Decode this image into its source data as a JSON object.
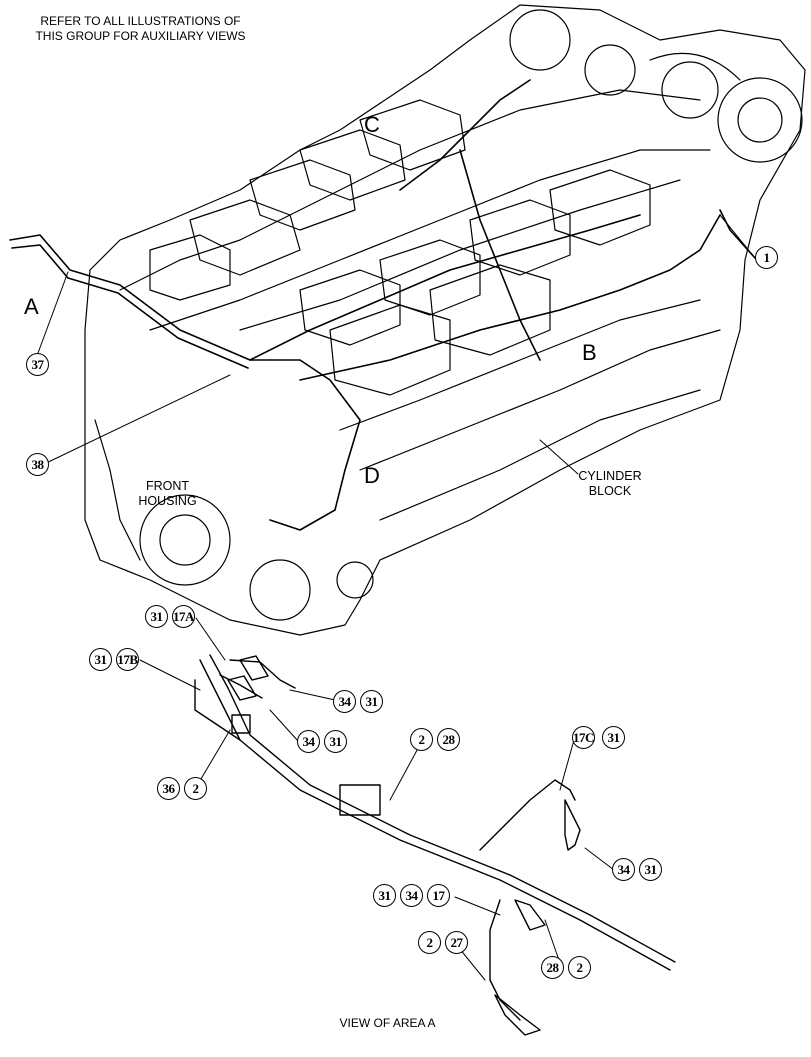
{
  "note": {
    "line1": "REFER TO ALL ILLUSTRATIONS OF",
    "line2": "THIS GROUP FOR AUXILIARY VIEWS"
  },
  "area_labels": {
    "a": "A",
    "b": "B",
    "c": "C",
    "d": "D"
  },
  "text_labels": {
    "front_housing_1": "FRONT",
    "front_housing_2": "HOUSING",
    "cylinder_block_1": "CYLINDER",
    "cylinder_block_2": "BLOCK",
    "view_caption": "VIEW OF AREA A"
  },
  "callouts": {
    "c1": "1",
    "c37": "37",
    "c38": "38",
    "c31a": "31",
    "c17a": "17A",
    "c31b": "31",
    "c17b": "17B",
    "c34a": "34",
    "c31c": "31",
    "c34b": "34",
    "c31d": "31",
    "c36": "36",
    "c2a": "2",
    "c2b": "2",
    "c28a": "28",
    "c17c": "17C",
    "c31e": "31",
    "c34c": "34",
    "c31f": "31",
    "c31g": "31",
    "c34d": "34",
    "c17": "17",
    "c2c": "2",
    "c27": "27",
    "c28b": "28",
    "c2d": "2"
  }
}
